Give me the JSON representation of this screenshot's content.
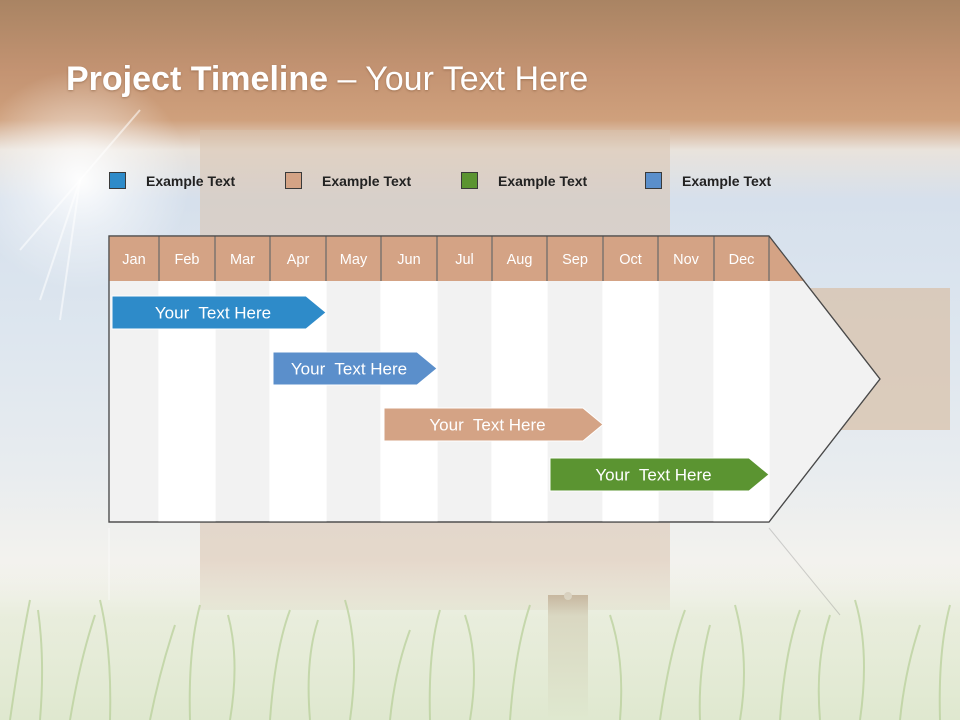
{
  "slide": {
    "title_bold": "Project Timeline",
    "title_rest": " – Your Text Here"
  },
  "legend": [
    {
      "label": "Example Text",
      "color": "#2e8bc9"
    },
    {
      "label": "Example Text",
      "color": "#d4a385"
    },
    {
      "label": "Example Text",
      "color": "#5b9431"
    },
    {
      "label": "Example Text",
      "color": "#5b8fcb"
    }
  ],
  "timeline": {
    "months": [
      "Jan",
      "Feb",
      "Mar",
      "Apr",
      "May",
      "Jun",
      "Jul",
      "Aug",
      "Sep",
      "Oct",
      "Nov",
      "Dec"
    ],
    "header_color": "#d4a385",
    "bars": [
      {
        "label": "Your  Text Here",
        "start_month": "Jan",
        "end_month": "Apr",
        "color": "#2e8bc9"
      },
      {
        "label": "Your  Text Here",
        "start_month": "Apr",
        "end_month": "Jun",
        "color": "#5b8fcb"
      },
      {
        "label": "Your  Text Here",
        "start_month": "Jun",
        "end_month": "Sep",
        "color": "#d4a385"
      },
      {
        "label": "Your  Text Here",
        "start_month": "Sep",
        "end_month": "Dec",
        "color": "#5b9431"
      }
    ]
  }
}
